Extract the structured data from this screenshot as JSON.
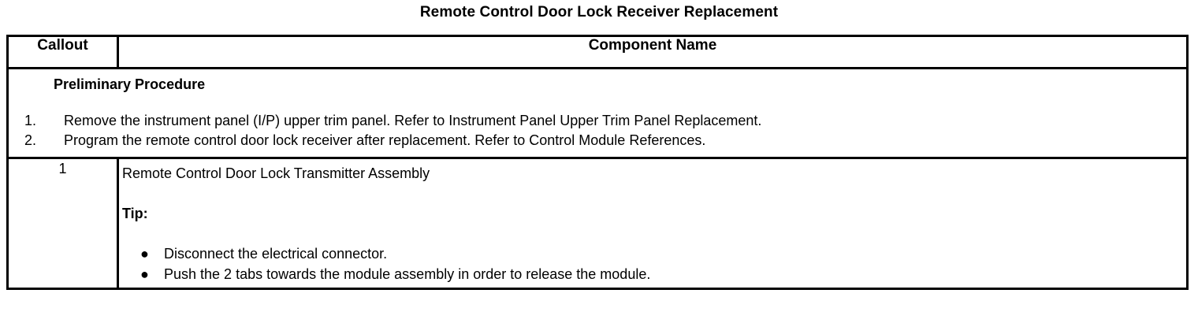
{
  "document": {
    "title": "Remote Control Door Lock Receiver Replacement"
  },
  "table": {
    "headers": {
      "callout": "Callout",
      "component_name": "Component Name"
    },
    "preliminary": {
      "heading": "Preliminary Procedure",
      "steps": [
        {
          "number": "1.",
          "text": "Remove the instrument panel (I/P) upper trim panel. Refer to Instrument Panel Upper Trim Panel Replacement."
        },
        {
          "number": "2.",
          "text": "Program the remote control door lock receiver after replacement. Refer to Control Module References."
        }
      ]
    },
    "rows": [
      {
        "callout": "1",
        "component_name": "Remote Control Door Lock Transmitter Assembly",
        "tip_label": "Tip:",
        "tip_bullet_glyph": "●",
        "tips": [
          "Disconnect the electrical connector.",
          "Push the 2 tabs towards the module assembly in order to release the module."
        ]
      }
    ]
  },
  "colors": {
    "text": "#000000",
    "background": "#ffffff",
    "border": "#000000"
  }
}
